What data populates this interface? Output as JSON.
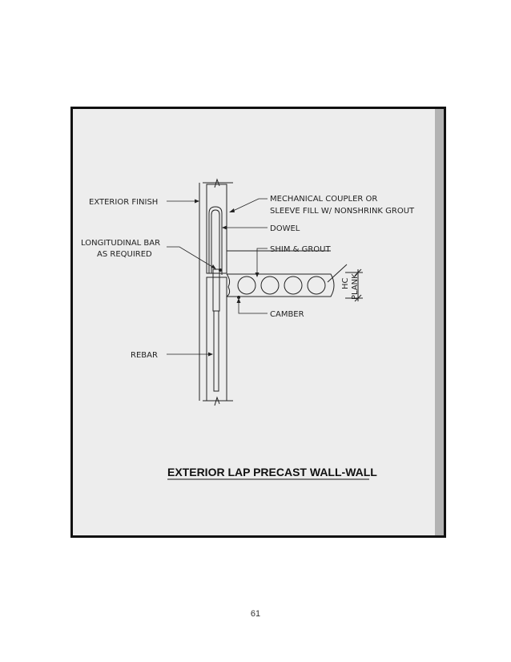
{
  "drawing": {
    "title": "EXTERIOR LAP PRECAST WALL-WALL",
    "labels": {
      "exterior_finish": "EXTERIOR FINISH",
      "mechanical_coupler_1": "MECHANICAL COUPLER OR",
      "mechanical_coupler_2": "SLEEVE FILL W/ NONSHRINK GROUT",
      "dowel": "DOWEL",
      "longitudinal_bar_1": "LONGITUDINAL BAR",
      "longitudinal_bar_2": "AS REQUIRED",
      "shim_grout": "SHIM & GROUT",
      "camber": "CAMBER",
      "rebar": "REBAR",
      "hc": "HC",
      "plank": "PLANK"
    }
  },
  "page": {
    "number": "61"
  },
  "colors": {
    "frame_border": "#111111",
    "panel_background": "#ededed",
    "side_strip": "#b3b3b3",
    "line": "#222222"
  }
}
